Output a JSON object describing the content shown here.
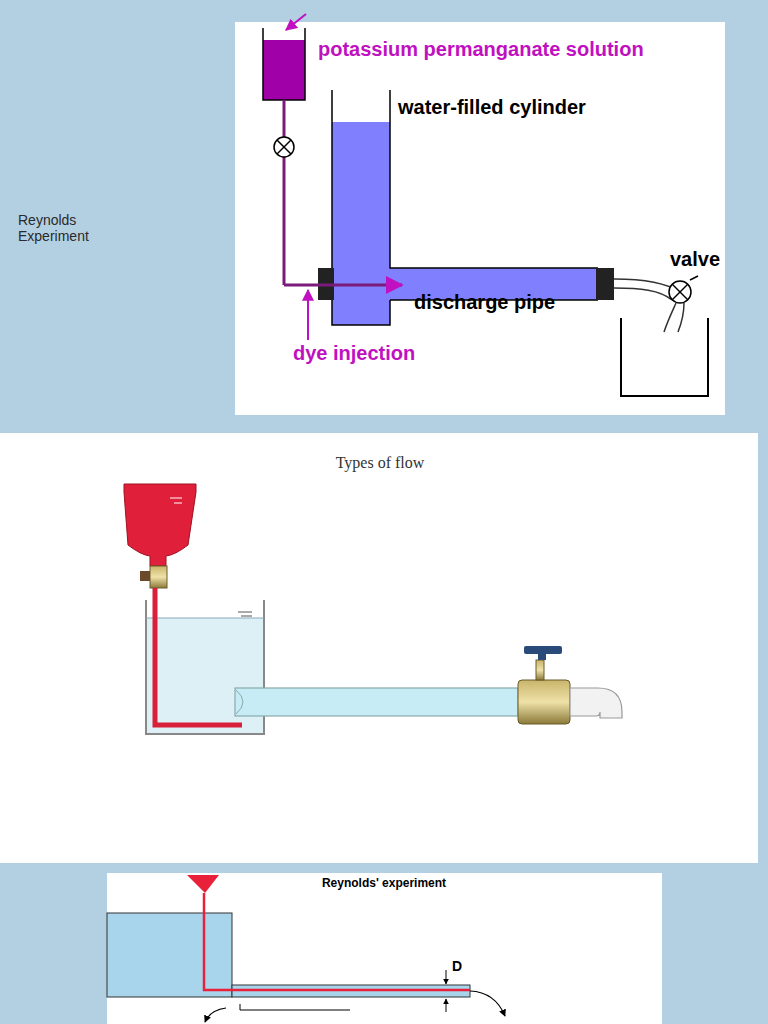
{
  "diagram": {
    "labels": [
      "Reynolds Experiment",
      "potassium permanganate solution",
      "water-filled cylinder",
      "valve",
      "discharge pipe",
      "dye injection",
      "Types of flow",
      "Reynolds' experiment",
      "D"
    ]
  }
}
